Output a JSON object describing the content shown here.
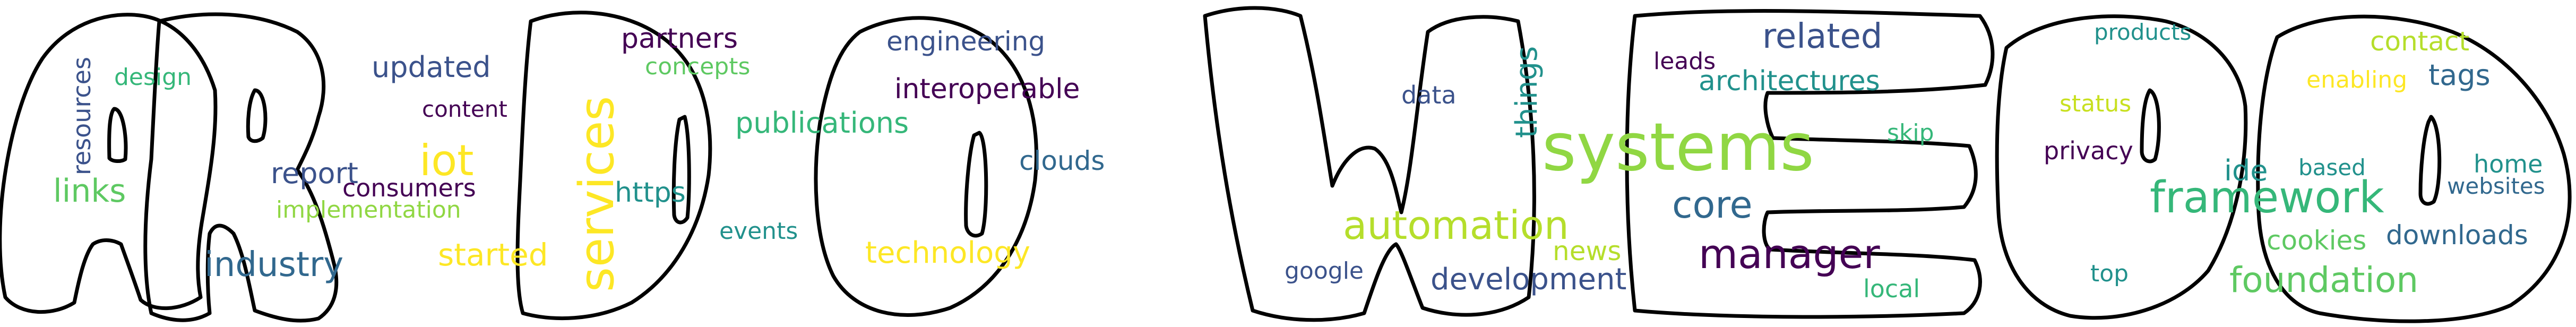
{
  "palette": {
    "dark_purple": "#440154",
    "indigo": "#3b528b",
    "blue": "#31688e",
    "teal": "#21918c",
    "green": "#35b779",
    "lime": "#90d743",
    "yellow": "#fde725",
    "outline": "#000000"
  },
  "words": [
    {
      "text": "resources",
      "color": "#3b528b"
    },
    {
      "text": "design",
      "color": "#35b779"
    },
    {
      "text": "links",
      "color": "#5ec962"
    },
    {
      "text": "updated",
      "color": "#3b528b"
    },
    {
      "text": "content",
      "color": "#440154"
    },
    {
      "text": "iot",
      "color": "#fde725"
    },
    {
      "text": "report",
      "color": "#3b528b"
    },
    {
      "text": "consumers",
      "color": "#440154"
    },
    {
      "text": "implementation",
      "color": "#90d743"
    },
    {
      "text": "industry",
      "color": "#31688e"
    },
    {
      "text": "started",
      "color": "#fde725"
    },
    {
      "text": "services",
      "color": "#fde725"
    },
    {
      "text": "partners",
      "color": "#440154"
    },
    {
      "text": "concepts",
      "color": "#5ec962"
    },
    {
      "text": "https",
      "color": "#21918c"
    },
    {
      "text": "engineering",
      "color": "#3b528b"
    },
    {
      "text": "interoperable",
      "color": "#440154"
    },
    {
      "text": "publications",
      "color": "#35b779"
    },
    {
      "text": "clouds",
      "color": "#31688e"
    },
    {
      "text": "events",
      "color": "#21918c"
    },
    {
      "text": "technology",
      "color": "#fde725"
    },
    {
      "text": "data",
      "color": "#3b528b"
    },
    {
      "text": "things",
      "color": "#21918c"
    },
    {
      "text": "leads",
      "color": "#440154"
    },
    {
      "text": "related",
      "color": "#3b528b"
    },
    {
      "text": "architectures",
      "color": "#21918c"
    },
    {
      "text": "systems",
      "color": "#90d743"
    },
    {
      "text": "skip",
      "color": "#35b779"
    },
    {
      "text": "core",
      "color": "#31688e"
    },
    {
      "text": "automation",
      "color": "#b5de2b"
    },
    {
      "text": "news",
      "color": "#b5de2b"
    },
    {
      "text": "manager",
      "color": "#440154"
    },
    {
      "text": "google",
      "color": "#3b528b"
    },
    {
      "text": "development",
      "color": "#3b528b"
    },
    {
      "text": "local",
      "color": "#35b779"
    },
    {
      "text": "products",
      "color": "#21918c"
    },
    {
      "text": "contact",
      "color": "#b5de2b"
    },
    {
      "text": "enabling",
      "color": "#fde725"
    },
    {
      "text": "tags",
      "color": "#31688e"
    },
    {
      "text": "status",
      "color": "#c8e020"
    },
    {
      "text": "privacy",
      "color": "#440154"
    },
    {
      "text": "ide",
      "color": "#21918c"
    },
    {
      "text": "based",
      "color": "#21918c"
    },
    {
      "text": "home",
      "color": "#21918c"
    },
    {
      "text": "websites",
      "color": "#31688e"
    },
    {
      "text": "framework",
      "color": "#35b779"
    },
    {
      "text": "cookies",
      "color": "#5ec962"
    },
    {
      "text": "downloads",
      "color": "#31688e"
    },
    {
      "text": "top",
      "color": "#21918c"
    },
    {
      "text": "foundation",
      "color": "#5ec962"
    }
  ]
}
